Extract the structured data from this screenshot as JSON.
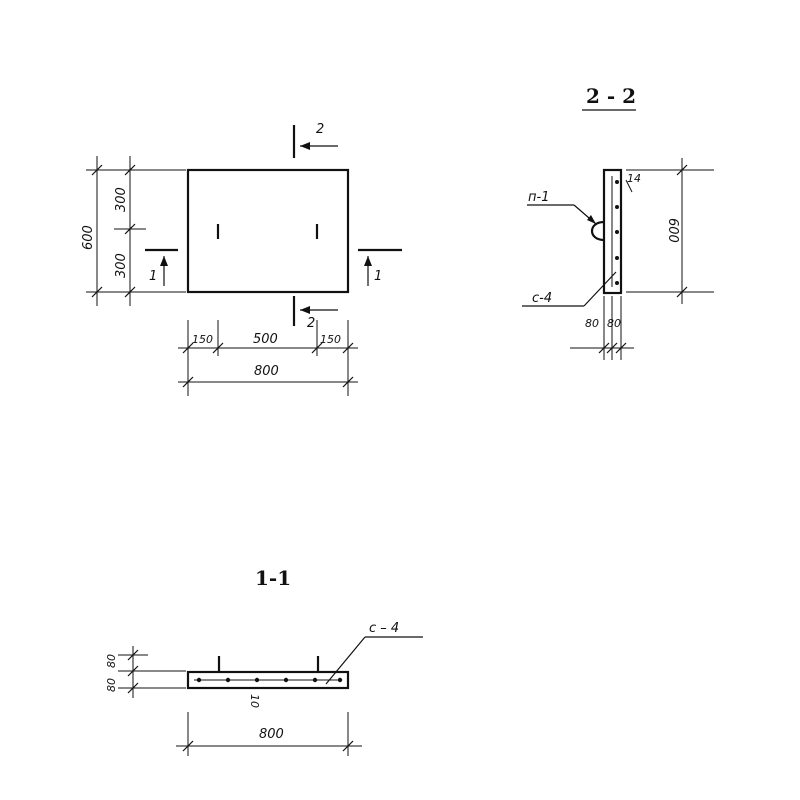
{
  "plan": {
    "cut2_label_top": "2",
    "cut2_label_bottom": "2",
    "cut1_label_left": "1",
    "cut1_label_right": "1",
    "dim_height_total": "600",
    "dim_height_upper": "300",
    "dim_height_lower": "300",
    "dim_width_left": "150",
    "dim_width_mid": "500",
    "dim_width_right": "150",
    "dim_width_total": "800"
  },
  "section_2_2": {
    "title": "2 - 2",
    "label_loop": "п-1",
    "label_mesh": "с-4",
    "dim_cover": "14",
    "dim_height": "600",
    "dim_thick_a": "80",
    "dim_thick_b": "80"
  },
  "section_1_1": {
    "title": "1-1",
    "label_mesh": "с – 4",
    "dim_top": "80",
    "dim_bottom": "80",
    "dim_cover": "10",
    "dim_width": "800"
  }
}
